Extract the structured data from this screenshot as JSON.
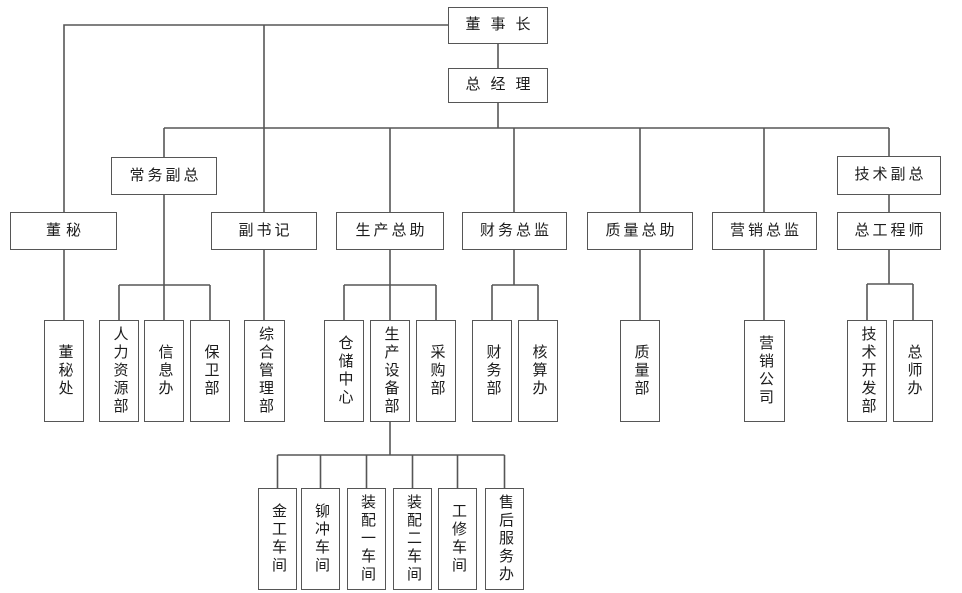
{
  "diagram": {
    "type": "organization-chart",
    "style": {
      "line_color": "#565656",
      "text_color": "#1c1c1c",
      "background": "#ffffff"
    },
    "nodes": {
      "chairman": {
        "label": "董事长"
      },
      "general_manager": {
        "label": "总经理"
      },
      "executive_vp": {
        "label": "常务副总"
      },
      "technical_vp": {
        "label": "技术副总"
      },
      "board_secretary": {
        "label": "董秘"
      },
      "deputy_party_secretary": {
        "label": "副书记"
      },
      "production_assistant": {
        "label": "生产总助"
      },
      "finance_director": {
        "label": "财务总监"
      },
      "quality_assistant": {
        "label": "质量总助"
      },
      "marketing_director": {
        "label": "营销总监"
      },
      "chief_engineer": {
        "label": "总工程师"
      },
      "board_secretary_office": {
        "label": "董秘处"
      },
      "hr_dept": {
        "label": "人力资源部"
      },
      "information_office": {
        "label": "信息办"
      },
      "security_dept": {
        "label": "保卫部"
      },
      "general_mgmt_dept": {
        "label": "综合管理部"
      },
      "warehouse_center": {
        "label": "仓储中心"
      },
      "production_equipment_dept": {
        "label": "生产设备部"
      },
      "purchasing_dept": {
        "label": "采购部"
      },
      "finance_dept": {
        "label": "财务部"
      },
      "accounting_office": {
        "label": "核算办"
      },
      "quality_dept": {
        "label": "质量部"
      },
      "marketing_company": {
        "label": "营销公司"
      },
      "tech_development_dept": {
        "label": "技术开发部"
      },
      "chief_engineer_office": {
        "label": "总师办"
      },
      "metalworking_workshop": {
        "label": "金工车间"
      },
      "riveting_workshop": {
        "label": "铆冲车间"
      },
      "assembly_workshop_1": {
        "label": "装配一车间"
      },
      "assembly_workshop_2": {
        "label": "装配二车间"
      },
      "tooling_repair_workshop": {
        "label": "工修车间"
      },
      "after_sales_office": {
        "label": "售后服务办"
      }
    }
  }
}
